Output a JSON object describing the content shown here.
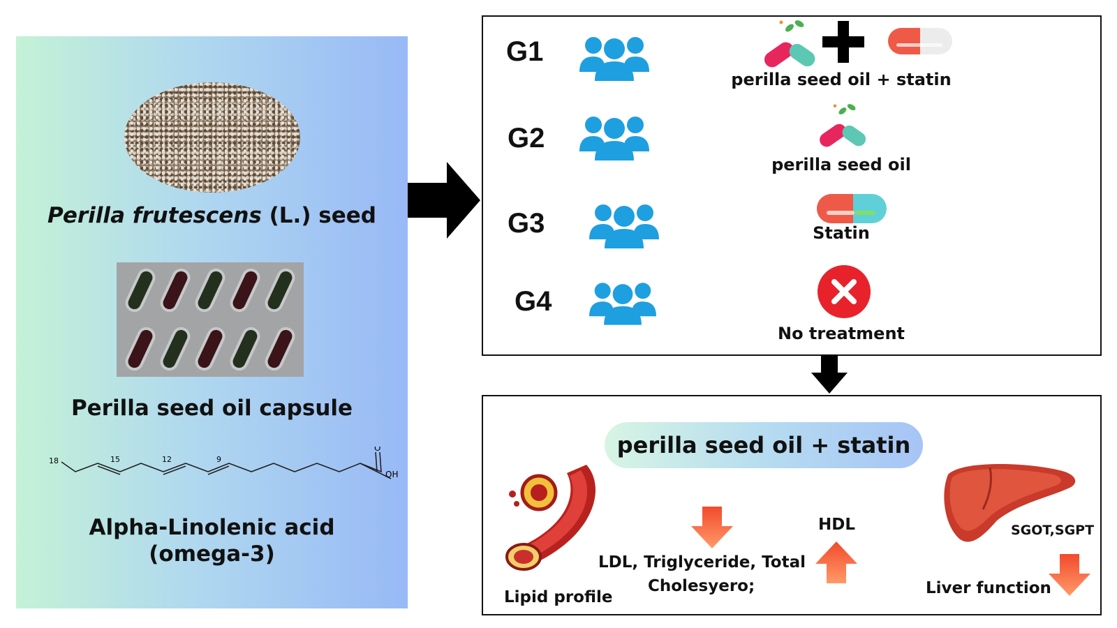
{
  "left_panel": {
    "seed_caption_italic": "Perilla frutescens",
    "seed_caption_rest": " (L.)  seed",
    "capsule_caption": "Perilla seed oil capsule",
    "molecule_caption_line1": "Alpha-Linolenic acid",
    "molecule_caption_line2": "(omega-3)",
    "molecule_labels": {
      "c18": "18",
      "c15": "15",
      "c12": "12",
      "c9": "9",
      "oxygen": "O",
      "hydroxyl": "OH"
    }
  },
  "groups": [
    {
      "id": "G1",
      "treatment": "perilla seed oil  +  statin"
    },
    {
      "id": "G2",
      "treatment": "perilla seed oil"
    },
    {
      "id": "G3",
      "treatment": "Statin"
    },
    {
      "id": "G4",
      "treatment": "No treatment"
    }
  ],
  "results": {
    "banner": "perilla seed oil  +  statin",
    "lipid_label": "Lipid  profile",
    "down_markers_line1": "LDL, Triglyceride, Total",
    "down_markers_line2": "Cholesyero;",
    "up_marker": "HDL",
    "liver_enzymes": "SGOT,SGPT",
    "liver_label": "Liver function"
  },
  "colors": {
    "people_icon": "#1e9fe0",
    "arrow_red_top": "#f24a2c",
    "arrow_red_bottom": "#ff9a6a",
    "no_treatment_red": "#e8222b",
    "capsule_red": "#ef5a48",
    "capsule_teal": "#5fd0d8"
  }
}
